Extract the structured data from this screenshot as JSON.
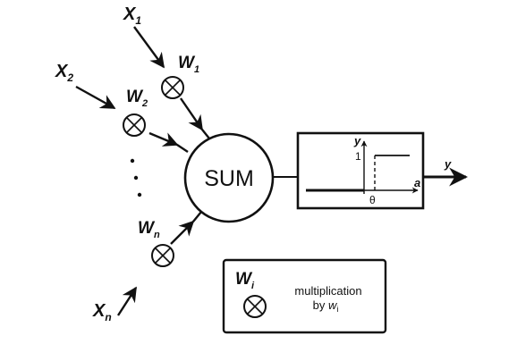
{
  "inputs": {
    "x1": {
      "base": "X",
      "sub": "1"
    },
    "x2": {
      "base": "X",
      "sub": "2"
    },
    "xn": {
      "base": "X",
      "sub": "n"
    }
  },
  "weights": {
    "w1": {
      "base": "W",
      "sub": "1"
    },
    "w2": {
      "base": "W",
      "sub": "2"
    },
    "wn": {
      "base": "W",
      "sub": "n"
    }
  },
  "sum_label": "SUM",
  "step_plot": {
    "y_axis": "y",
    "x_axis": "a",
    "level": "1",
    "threshold": "θ"
  },
  "output_label": "y",
  "legend": {
    "weight": {
      "base": "W",
      "sub": "i"
    },
    "line1": "multiplication",
    "line2_prefix": "by ",
    "line2_w": "w",
    "line2_sub": "i"
  },
  "colors": {
    "ink": "#111111",
    "box_fill": "#ffffff"
  }
}
